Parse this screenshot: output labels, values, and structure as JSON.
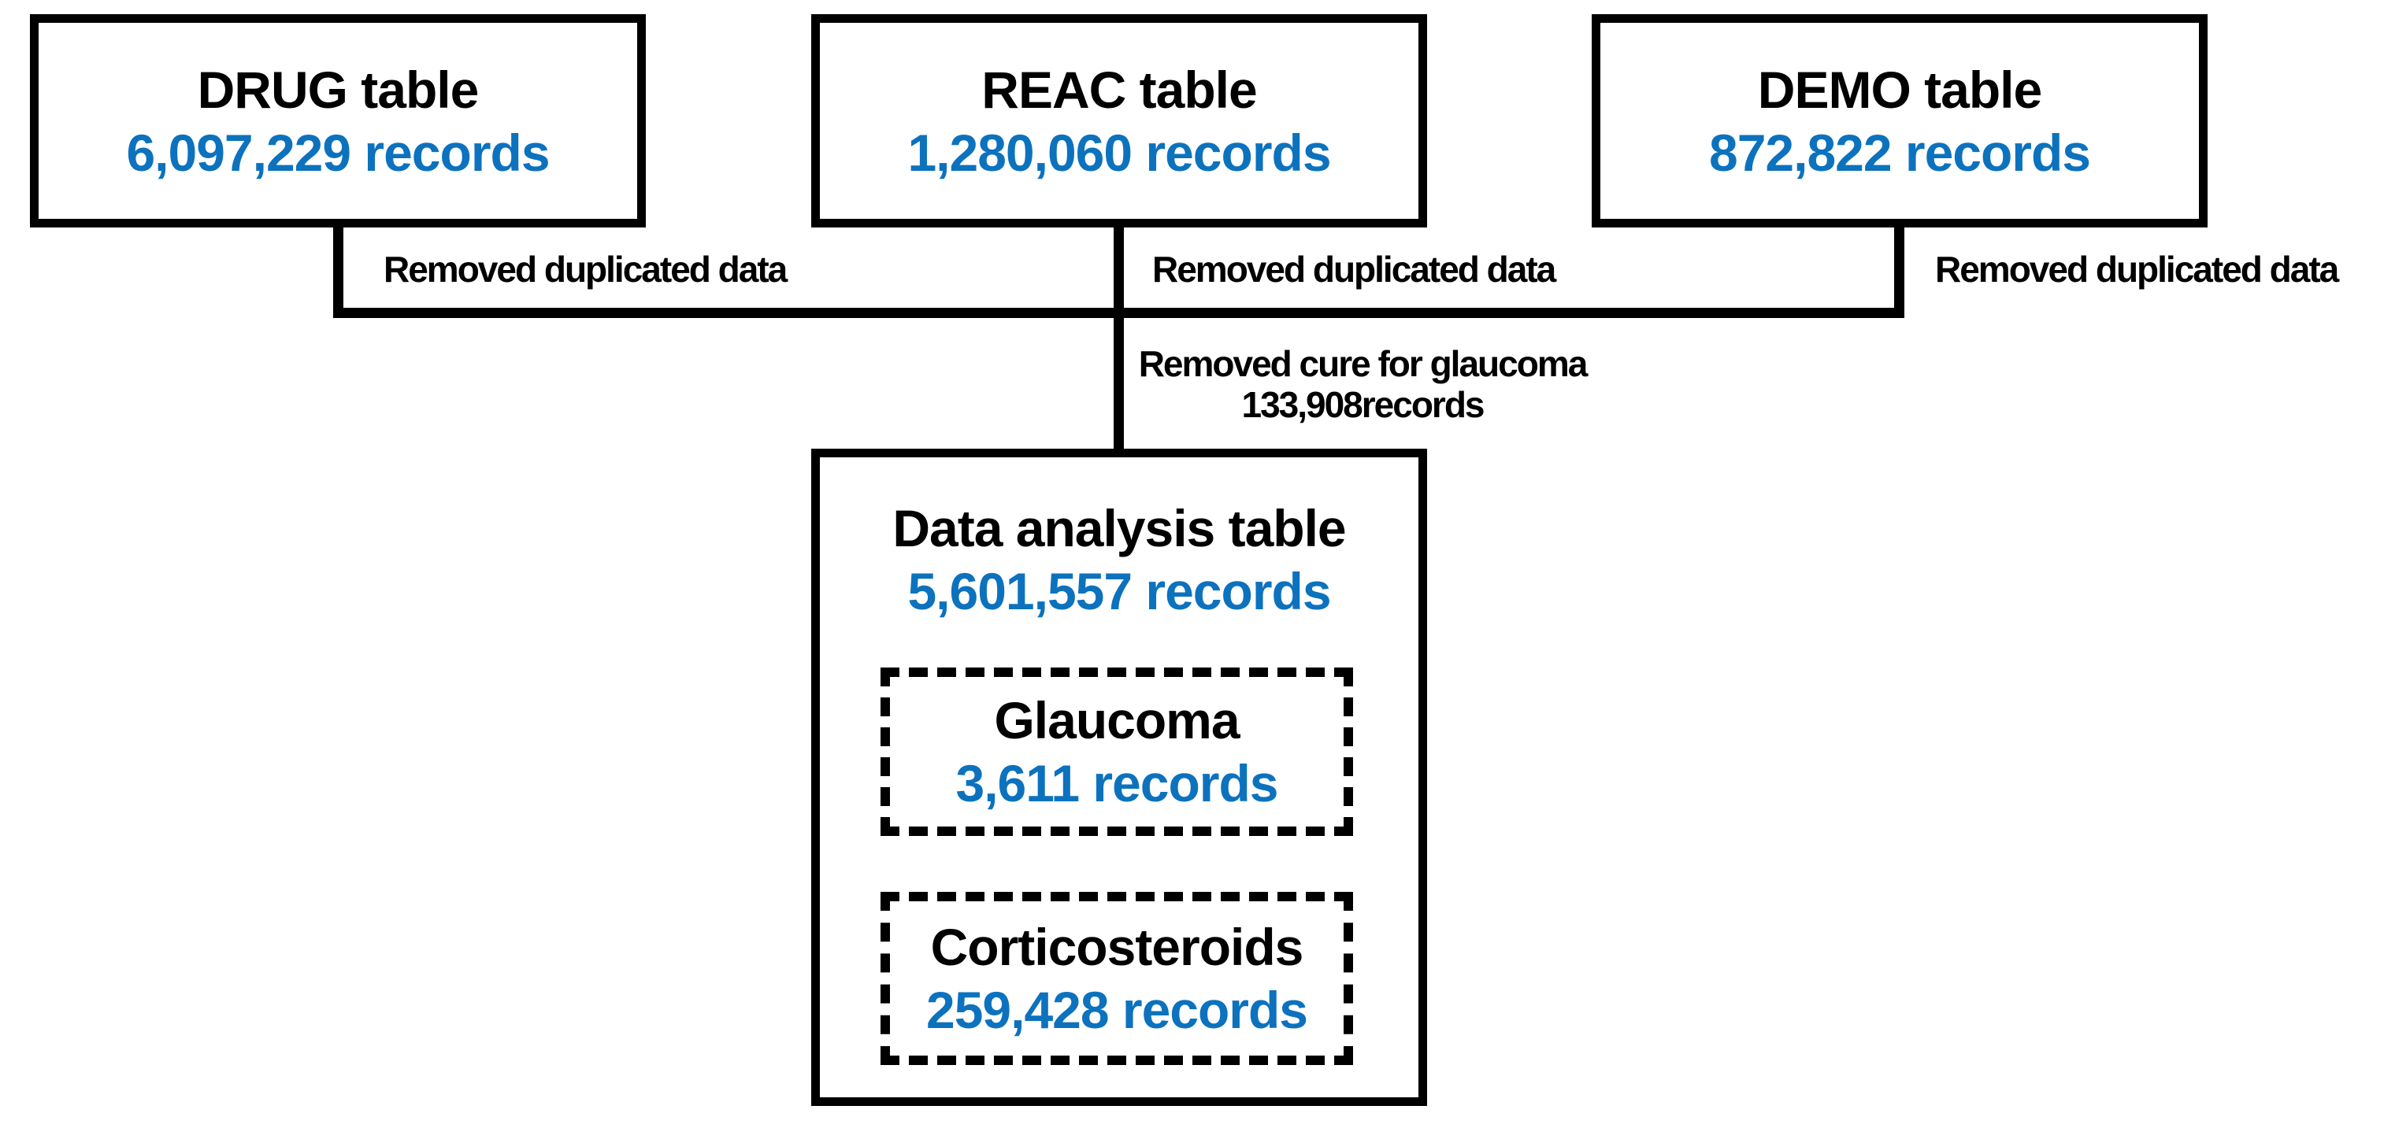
{
  "colors": {
    "accent_blue": "#0c72be",
    "line_black": "#000000",
    "background": "#ffffff"
  },
  "top_boxes": [
    {
      "title": "DRUG table",
      "records": "6,097,229 records"
    },
    {
      "title": "REAC table",
      "records": "1,280,060 records"
    },
    {
      "title": "DEMO table",
      "records": "872,822 records"
    }
  ],
  "edge_labels": {
    "drug_removed": "Removed duplicated data",
    "reac_removed": "Removed duplicated data",
    "demo_removed": "Removed duplicated data",
    "merge_line1": "Removed cure for glaucoma",
    "merge_line2": "133,908records"
  },
  "analysis_box": {
    "title": "Data analysis table",
    "records": "5,601,557 records",
    "subgroups": [
      {
        "title": "Glaucoma",
        "records": "3,611 records"
      },
      {
        "title": "Corticosteroids",
        "records": "259,428 records"
      }
    ]
  }
}
